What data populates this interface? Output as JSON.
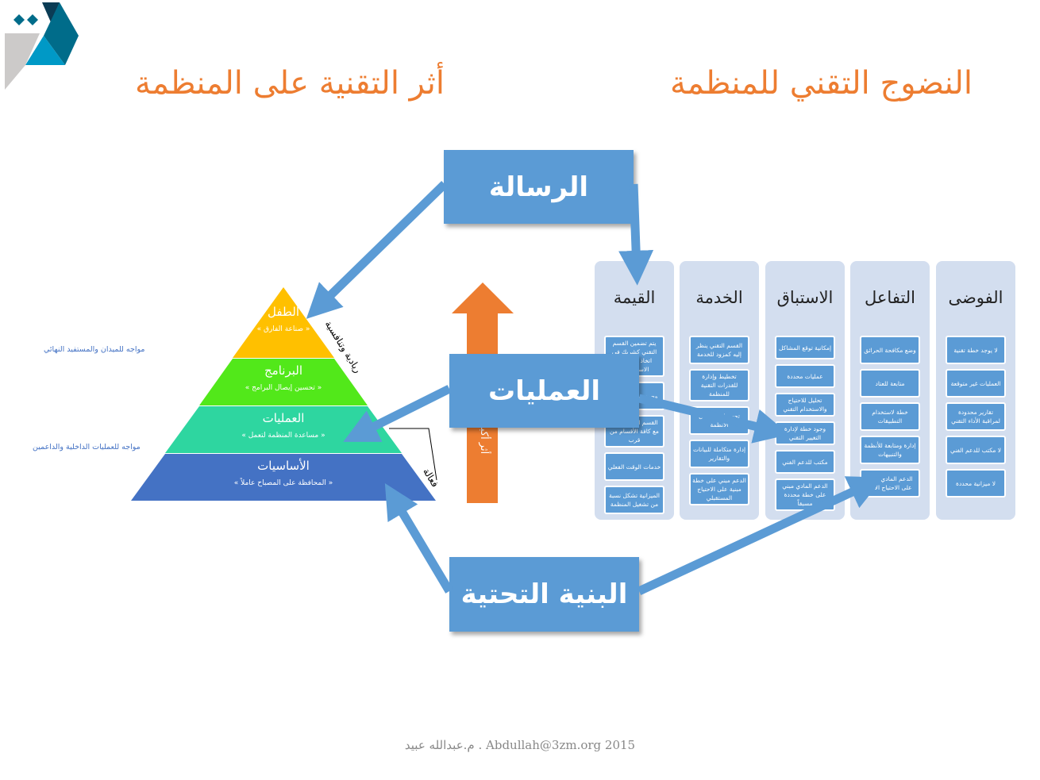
{
  "titles": {
    "maturity": "النضوج التقني للمنظمة",
    "impact": "أثر التقنية على المنظمة"
  },
  "boxes": {
    "mission": "الرسالة",
    "operations": "العمليات",
    "infrastructure": "البنية التحتية"
  },
  "orange_arrow_label": "أثر أكبر",
  "pyramid": {
    "levels": [
      {
        "title": "الطفل",
        "subtitle": "« صناعة الفارق »"
      },
      {
        "title": "البرنامج",
        "subtitle": "« تحسين إيصال البرامج »"
      },
      {
        "title": "العمليات",
        "subtitle": "« مساعدة المنظمة لتعمل »"
      },
      {
        "title": "الأساسيات",
        "subtitle": "« المحافظة على المصباح عاملاً »"
      }
    ],
    "side_labels": {
      "top": "ريادية وتنافسية",
      "bottom": "فعالة"
    },
    "notes": {
      "field": "مواجه للميدان والمستفيد النهائي",
      "internal": "مواجه للعمليات الداخلية والداعمين"
    }
  },
  "maturity_columns": [
    {
      "title": "القيمة",
      "items": [
        "يتم تضمين القسم التقني كشريك في اتخاذ القرارات الاستراتيجية",
        "وجود مؤشرات أداء",
        "القسم التقني يعمل مع كافة الأقسام من قرب",
        "خدمات الوقت الفعلي",
        "الميزانية تشكل نسبة من تشغيل المنظمة"
      ]
    },
    {
      "title": "الخدمة",
      "items": [
        "القسم التقني ينظر إليه كمزود للخدمة",
        "تخطيط وإدارة للقدرات التقنية للمنظمة",
        "تحسينات وتكامل الأنظمة",
        "إدارة متكاملة للبيانات والتقارير",
        "الدعم مبني على خطة مبنية على الاحتياج المستقبلي"
      ]
    },
    {
      "title": "الاستباق",
      "items": [
        "إمكانية توقع المشاكل",
        "عمليات محددة",
        "تحليل للاحتياج والاستخدام التقني",
        "وجود خطة لإدارة التغيير التقني",
        "مكتب للدعم الفني",
        "الدعم المادي مبني على خطة محددة مسبقاً"
      ]
    },
    {
      "title": "التفاعل",
      "items": [
        "وضع مكافحة الحرائق",
        "متابعة للعتاد",
        "خطة لاستخدام التطبيقات",
        "إدارة ومتابعة للأنظمة والتنبيهات",
        "الدعم المادي مبني على الاحتياج الآني"
      ]
    },
    {
      "title": "الفوضى",
      "items": [
        "لا يوجد خطة تقنية",
        "العمليات غير متوقعة",
        "تقارير محدودة لمراقبة الأداء التقني",
        "لا مكتب للدعم الفني",
        "لا ميزانية محددة"
      ]
    }
  ],
  "footer": "م.عبدالله عبيد . Abdullah@3zm.org 2015",
  "colors": {
    "accent": "#ED7D31",
    "box": "#5B9BD5",
    "column_bg": "#D3DEEF",
    "yellow": "#FFC000",
    "green": "#52E81A",
    "teal": "#2ED6A0",
    "blue": "#4472C4"
  }
}
